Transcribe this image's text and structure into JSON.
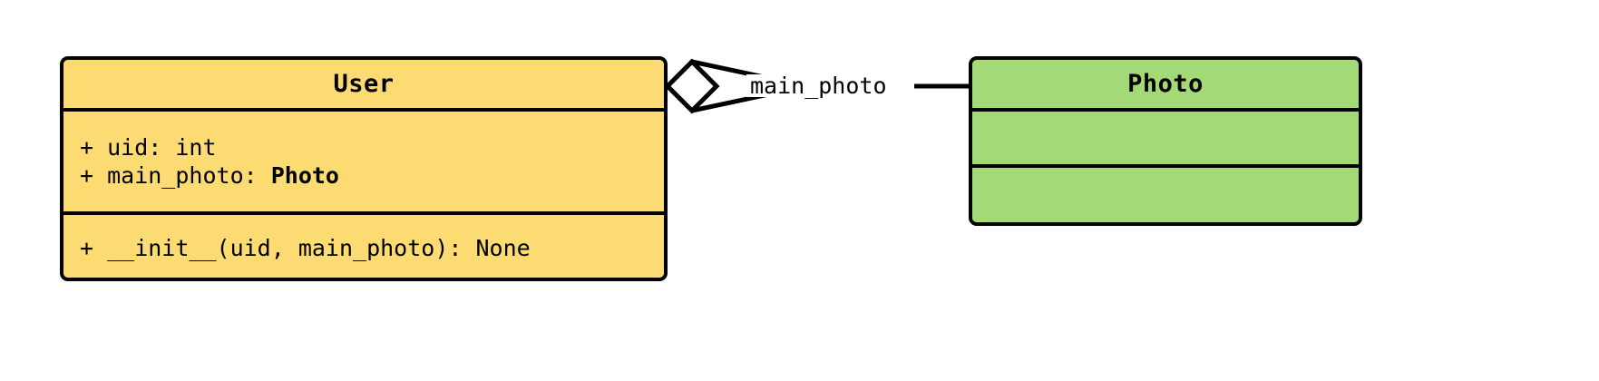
{
  "diagram": {
    "type": "uml-class-diagram",
    "background": "#ffffff",
    "classes": [
      {
        "id": "user",
        "name": "User",
        "fill": "#fcdc72",
        "stroke": "#000000",
        "attributes": [
          {
            "visibility": "+",
            "text": "+ uid: int",
            "name": "uid",
            "type": "int",
            "type_bold": false
          },
          {
            "visibility": "+",
            "prefix": "+ main_photo: ",
            "name": "main_photo",
            "type": "Photo",
            "type_bold": true
          }
        ],
        "operations": [
          {
            "visibility": "+",
            "text": "+ __init__(uid, main_photo): None",
            "name": "__init__",
            "params": "uid, main_photo",
            "returns": "None"
          }
        ]
      },
      {
        "id": "photo",
        "name": "Photo",
        "fill": "#a3d977",
        "stroke": "#000000",
        "attributes": [],
        "operations": []
      }
    ],
    "relationships": [
      {
        "id": "user-main-photo",
        "kind": "aggregation",
        "source": "User",
        "target": "Photo",
        "label": "main_photo",
        "source_decoration": "hollow-diamond",
        "target_decoration": "none"
      }
    ]
  }
}
